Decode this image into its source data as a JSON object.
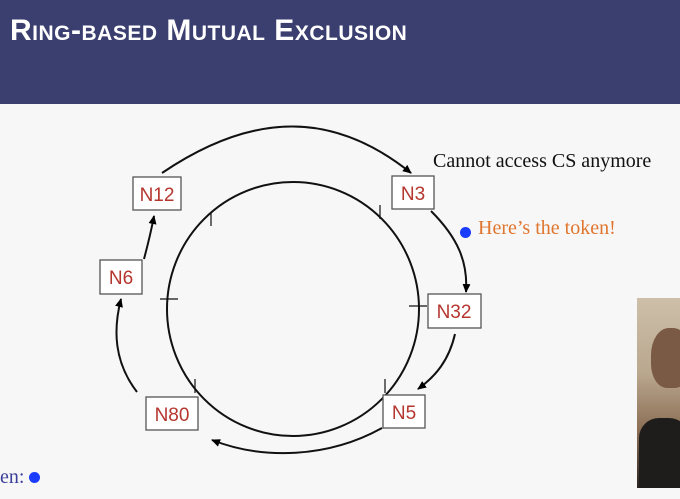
{
  "slide": {
    "title": "Ring-based Mutual Exclusion"
  },
  "diagram": {
    "nodes": [
      "N12",
      "N3",
      "N32",
      "N5",
      "N80",
      "N6"
    ]
  },
  "annotations": {
    "cannot_access": "Cannot access CS anymore",
    "heres_token": "Here’s the token!",
    "partial_token_label": "en:"
  },
  "colors": {
    "title_bar": "#3b3f70",
    "node_text": "#b5362e",
    "token": "#1a3cff",
    "highlight_text": "#e0752e"
  },
  "icons": {
    "token": "token-dot-icon",
    "arrow": "arrowhead-icon"
  }
}
